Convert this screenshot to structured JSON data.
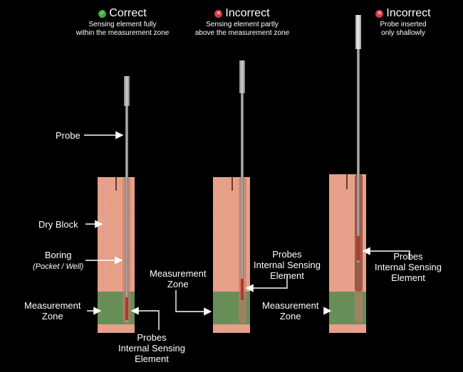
{
  "columns": [
    {
      "status": "correct",
      "title": "Correct",
      "subtitle_line1": "Sensing element fully",
      "subtitle_line2": "within the measurement zone",
      "icon": "check-icon"
    },
    {
      "status": "incorrect",
      "title": "Incorrect",
      "subtitle_line1": "Sensing element partly",
      "subtitle_line2": "above the measurement zone",
      "icon": "x-icon"
    },
    {
      "status": "incorrect",
      "title": "Incorrect",
      "subtitle_line1": "Probe inserted",
      "subtitle_line2": "only shallowly",
      "icon": "x-icon"
    }
  ],
  "labels": {
    "probe": "Probe",
    "dry_block": "Dry Block",
    "boring": "Boring",
    "boring_sub": "(Pocket / Well)",
    "measurement_zone_1": "Measurement",
    "measurement_zone_2": "Zone",
    "sensing_1": "Probes",
    "sensing_2": "Internal Sensing",
    "sensing_3": "Element"
  },
  "colors": {
    "background": "#000000",
    "block": "#e9a48e",
    "measurement_zone": "#5a8a50",
    "sensing_element": "#c0302a",
    "correct": "#3fae3f",
    "incorrect": "#d9383f"
  }
}
